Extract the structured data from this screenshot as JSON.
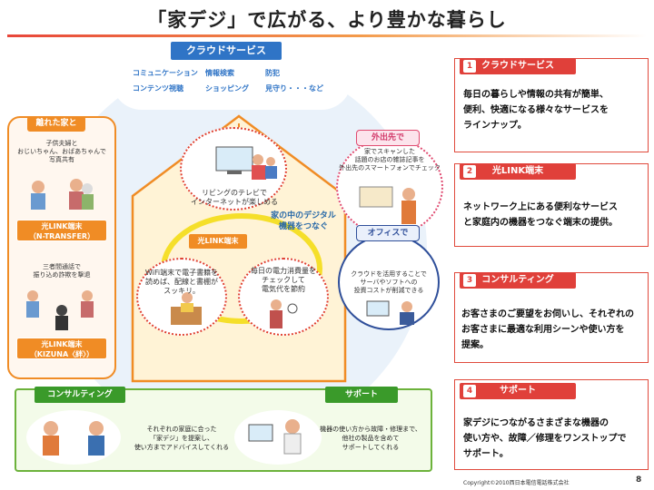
{
  "title": "「家デジ」で広がる、より豊かな暮らし",
  "cloud": {
    "heading": "クラウドサービス",
    "items_row1": [
      "コミュニケーション",
      "情報検索",
      "防犯"
    ],
    "items_row2": [
      "コンテンツ視聴",
      "ショッピング",
      "見守り・・・など"
    ]
  },
  "house": {
    "top_scene": "リビングのテレビで\nインターネットが楽しめる",
    "terminal_label": "光LINK端末",
    "digital_caption": "家の中のデジタル\n機器をつなぐ",
    "left_scene": "WiFi端末で電子書籍を\n読めば、配線と書棚が\nスッキリ。",
    "right_scene": "毎日の電力消費量を\nチェックして\n電気代を節約"
  },
  "left_panel": {
    "heading": "離れた家と",
    "scene1": "子供夫婦と\nおじいちゃん、おばあちゃんで\n写真共有",
    "badge1_line1": "光LINK端末",
    "badge1_line2": "（N-TRANSFER）",
    "scene2": "三者間通話で\n振り込め詐欺を撃退",
    "badge2_line1": "光LINK端末",
    "badge2_line2": "（KIZUNA〈絆〉）"
  },
  "outside": {
    "label": "外出先で",
    "text": "家でスキャンした\n話題のお店の雑誌記事を\n外出先のスマートフォンでチェック"
  },
  "office": {
    "label": "オフィスで",
    "text": "クラウドを活用することで\nサーバやソフトへの\n投資コストが削減できる"
  },
  "bottom": {
    "consulting_tag": "コンサルティング",
    "consulting_text": "それぞれの家庭に合った\n「家デジ」を提案し、\n使い方までアドバイスしてくれる",
    "support_tag": "サポート",
    "support_text": "機器の使い方から故障・修理まで、\n他社の製品を含めて\nサポートしてくれる"
  },
  "cards": [
    {
      "num": "1",
      "title": "クラウドサービス",
      "body": "毎日の暮らしや情報の共有が簡単、\n便利、快適になる様々なサービスを\nラインナップ。"
    },
    {
      "num": "2",
      "title": "光LINK端末",
      "body": "ネットワーク上にある便利なサービス\nと家庭内の機器をつなぐ端末の提供。"
    },
    {
      "num": "3",
      "title": "コンサルティング",
      "body": "お客さまのご要望をお伺いし、それぞれの\nお客さまに最適な利用シーンや使い方を\n提案。"
    },
    {
      "num": "4",
      "title": "サポート",
      "body": "家デジにつながるさまざまな機器の\n使い方や、故障／修理をワンストップで\nサポート。"
    }
  ],
  "footer": {
    "copyright": "Copyright©2010西日本電信電話株式会社",
    "page": "8"
  },
  "colors": {
    "accent_red": "#e0403a",
    "accent_orange": "#f08c25",
    "cloud_blue": "#2f74c6",
    "green": "#3a9a2a"
  }
}
